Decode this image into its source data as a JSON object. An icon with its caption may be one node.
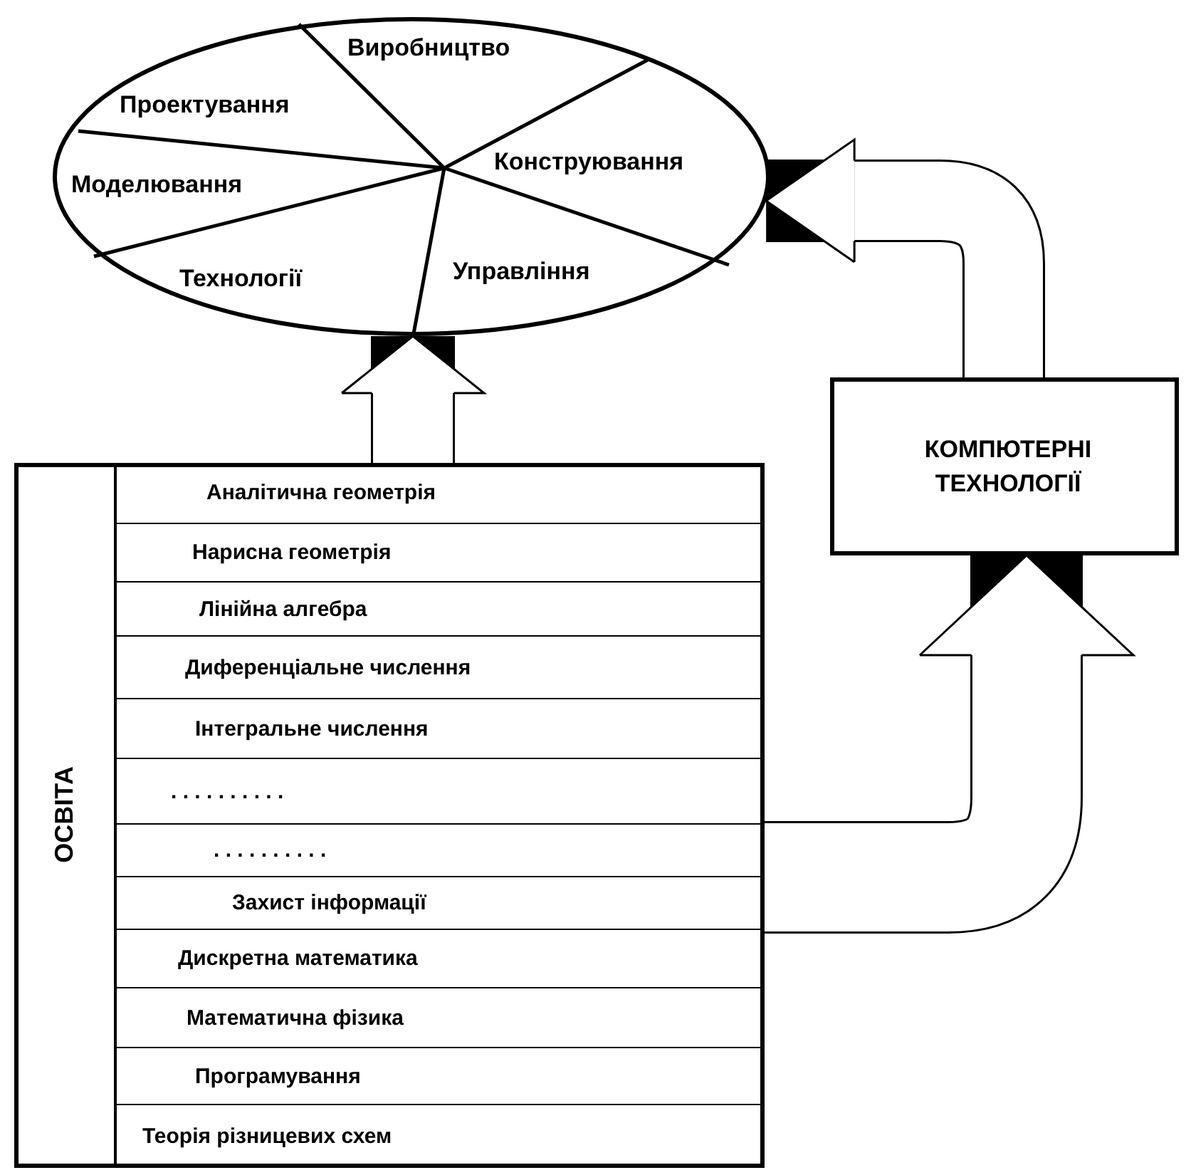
{
  "diagram": {
    "nodes": [
      {
        "text": [],
        "shape": "circle"
      },
      {
        "text": [
          "Виробництво"
        ],
        "in": 0
      },
      {
        "text": [
          "Проектування"
        ],
        "in": 0
      },
      {
        "text": [
          "Конструювання"
        ],
        "in": 0
      },
      {
        "text": [
          "Моделювання"
        ],
        "in": 0
      },
      {
        "text": [
          "Технології"
        ],
        "in": 0
      },
      {
        "text": [
          "Управління"
        ],
        "in": 0
      },
      {
        "text": [
          "ОСВІТА"
        ]
      },
      {
        "text": [
          "Аналітична геометрія"
        ],
        "in": 7
      },
      {
        "text": [
          "Нарисна геометрія"
        ],
        "in": 7
      },
      {
        "text": [
          "Лінійна алгебра"
        ],
        "in": 7
      },
      {
        "text": [
          "Диференціальне числення"
        ],
        "in": 7
      },
      {
        "text": [
          "Інтегральне числення"
        ],
        "in": 7
      },
      {
        "text": [
          ". . . . . . . . . ."
        ],
        "in": 7
      },
      {
        "text": [
          ". . . . . . . . . ."
        ],
        "in": 7
      },
      {
        "text": [
          "Захист інформації"
        ],
        "in": 7
      },
      {
        "text": [
          "Дискретна математика"
        ],
        "in": 7
      },
      {
        "text": [
          "Математична фізика"
        ],
        "in": 7
      },
      {
        "text": [
          "Програмування"
        ],
        "in": 7
      },
      {
        "text": [
          "Теорія різницевих схем"
        ],
        "in": 7
      },
      {
        "text": [
          "КОМПЮТЕРНІ ТЕХНОЛОГІЇ"
        ]
      }
    ],
    "edges": [
      {
        "from": 7,
        "to": 0,
        "arrow": "to"
      },
      {
        "from": 7,
        "to": 20,
        "arrow": "to"
      },
      {
        "from": 20,
        "to": 0,
        "arrow": "to"
      }
    ]
  }
}
